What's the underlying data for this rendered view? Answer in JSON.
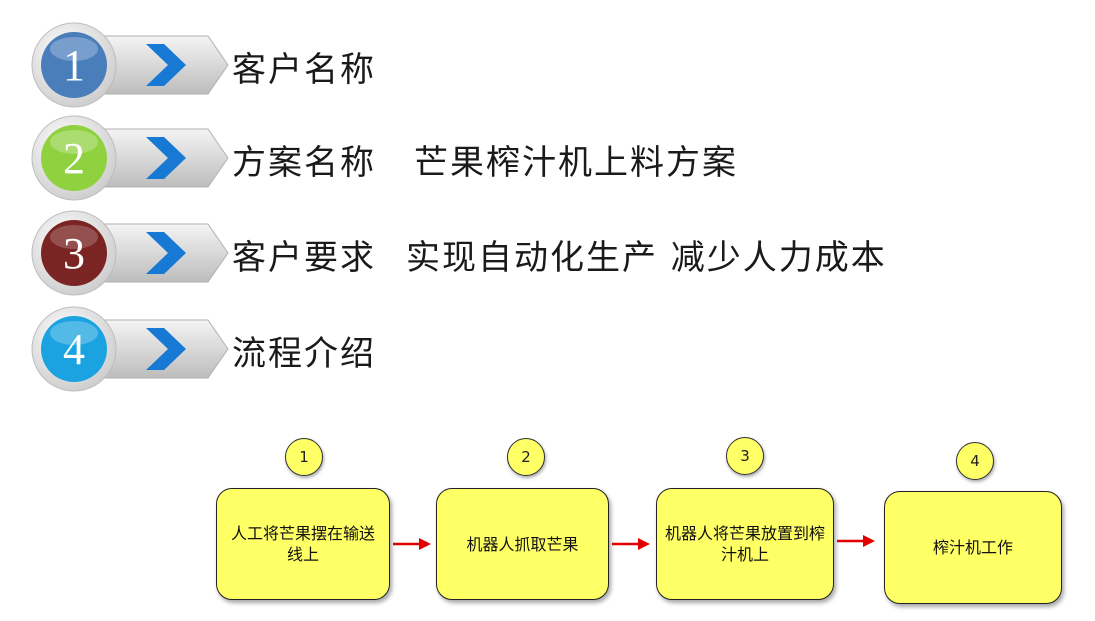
{
  "colors": {
    "badge_1": "#4a7ebb",
    "badge_2": "#8fd13f",
    "badge_3": "#7a2424",
    "badge_4": "#1aa3e0",
    "chevron": "#1779d4",
    "flow_fill": "#ffff66",
    "flow_arrow": "#e00000"
  },
  "items": [
    {
      "number": "1",
      "label": "客户名称",
      "value": "",
      "icon": "circle-number-badge"
    },
    {
      "number": "2",
      "label": "方案名称",
      "value": "芒果榨汁机上料方案",
      "icon": "circle-number-badge"
    },
    {
      "number": "3",
      "label": "客户要求",
      "value": "实现自动化生产 减少人力成本",
      "icon": "circle-number-badge"
    },
    {
      "number": "4",
      "label": "流程介绍",
      "value": "",
      "icon": "circle-number-badge"
    }
  ],
  "flow": {
    "steps": [
      {
        "number": "1",
        "text": "人工将芒果摆在输送线上"
      },
      {
        "number": "2",
        "text": "机器人抓取芒果"
      },
      {
        "number": "3",
        "text": "机器人将芒果放置到榨汁机上"
      },
      {
        "number": "4",
        "text": "榨汁机工作"
      }
    ]
  }
}
